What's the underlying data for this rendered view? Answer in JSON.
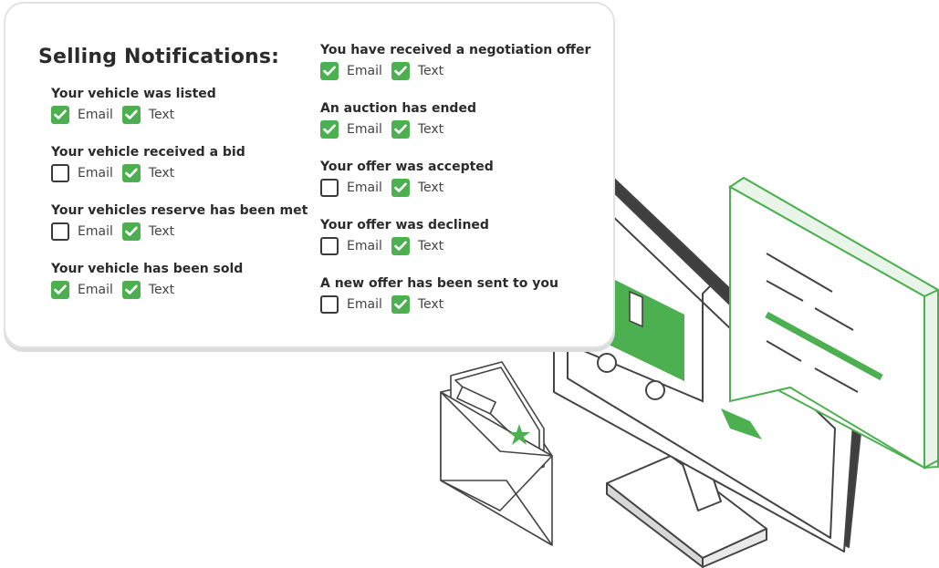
{
  "title": "Selling Notifications:",
  "colors": {
    "accent": "#4caf50",
    "line": "#444444",
    "text": "#2b2b2b"
  },
  "left_column": [
    {
      "label": "Your vehicle was listed",
      "email": true,
      "text": true,
      "email_label": "Email",
      "text_label": "Text"
    },
    {
      "label": "Your vehicle received a bid",
      "email": false,
      "text": true,
      "email_label": "Email",
      "text_label": "Text"
    },
    {
      "label": "Your vehicles reserve has been met",
      "email": false,
      "text": true,
      "email_label": "Email",
      "text_label": "Text"
    },
    {
      "label": "Your vehicle has been sold",
      "email": true,
      "text": true,
      "email_label": "Email",
      "text_label": "Text"
    }
  ],
  "right_column": [
    {
      "label": "You have received a negotiation offer",
      "email": true,
      "text": true,
      "email_label": "Email",
      "text_label": "Text"
    },
    {
      "label": "An auction has ended",
      "email": true,
      "text": true,
      "email_label": "Email",
      "text_label": "Text"
    },
    {
      "label": "Your offer was accepted",
      "email": false,
      "text": true,
      "email_label": "Email",
      "text_label": "Text"
    },
    {
      "label": "Your offer was declined",
      "email": false,
      "text": true,
      "email_label": "Email",
      "text_label": "Text"
    },
    {
      "label": "A new offer has been sent to you",
      "email": false,
      "text": true,
      "email_label": "Email",
      "text_label": "Text"
    }
  ],
  "icons": [
    "envelope-icon",
    "star-icon",
    "monitor-icon",
    "shopping-cart-icon",
    "chat-bubble-icon",
    "checkmark-icon"
  ]
}
